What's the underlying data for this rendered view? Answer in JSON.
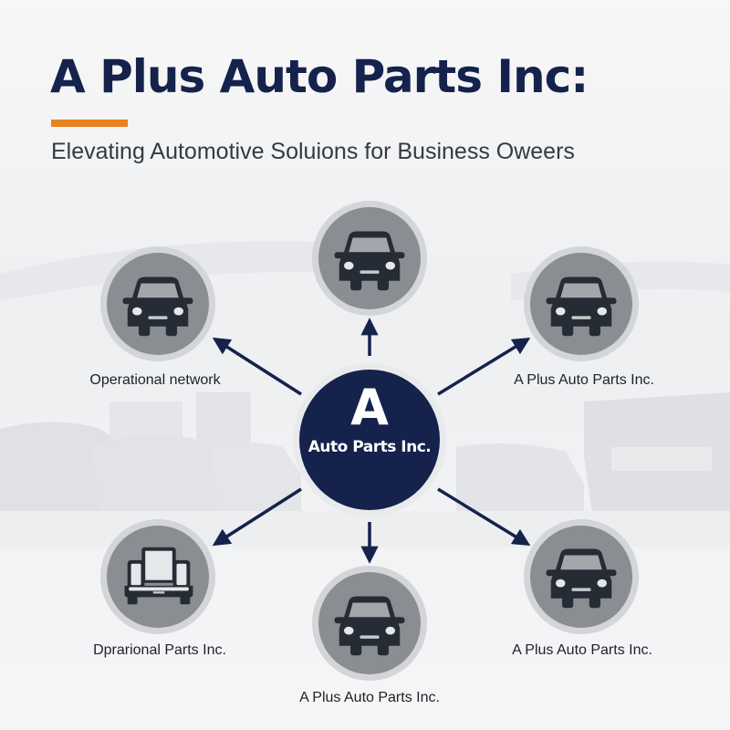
{
  "header": {
    "title": "A Plus Auto Parts Inc:",
    "subtitle": "Elevating Automotive Soluions for Business Oweers"
  },
  "colors": {
    "navy": "#14224c",
    "accent_orange": "#e8821d",
    "node_fill": "#8a8d92",
    "node_ring": "#d3d5d8",
    "icon_dark": "#262c36"
  },
  "hub": {
    "letter": "A",
    "label": "Auto Parts Inc."
  },
  "nodes": [
    {
      "position": "top",
      "icon": "car-front-icon",
      "label": ""
    },
    {
      "position": "upper-left",
      "icon": "car-front-icon",
      "label": "Operational network"
    },
    {
      "position": "upper-right",
      "icon": "car-front-icon",
      "label": "A Plus Auto Parts Inc."
    },
    {
      "position": "lower-left",
      "icon": "seat-icon",
      "label": "Dprarional Parts Inc."
    },
    {
      "position": "lower-right",
      "icon": "car-front-icon",
      "label": "A Plus Auto Parts Inc."
    },
    {
      "position": "bottom",
      "icon": "car-front-icon",
      "label": "A Plus Auto Parts Inc."
    }
  ]
}
